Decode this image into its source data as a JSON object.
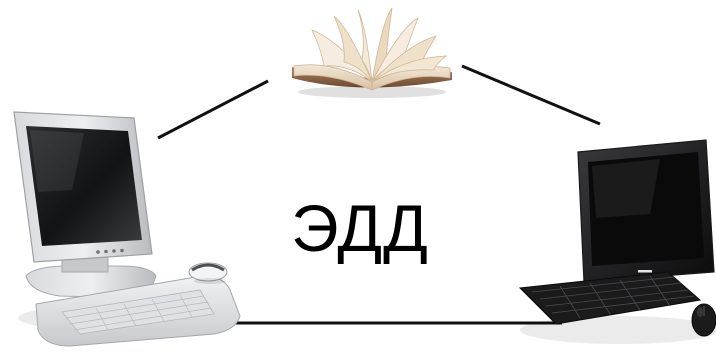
{
  "diagram": {
    "center_label": "ЭДД",
    "nodes": [
      {
        "name": "book",
        "icon": "open-book-icon"
      },
      {
        "name": "left-computer",
        "icon": "desktop-computer-icon"
      },
      {
        "name": "right-computer",
        "icon": "all-in-one-computer-icon"
      }
    ],
    "links": [
      {
        "from": "left-computer",
        "to": "book"
      },
      {
        "from": "book",
        "to": "right-computer"
      },
      {
        "from": "left-computer",
        "to": "right-computer"
      }
    ],
    "colors": {
      "line": "#111111",
      "background": "#ffffff"
    }
  }
}
